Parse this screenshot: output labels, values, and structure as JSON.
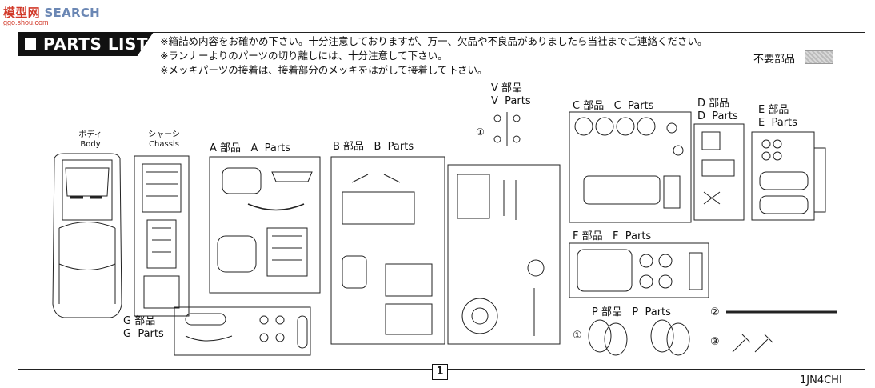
{
  "watermark": {
    "brand_cn": "模型网",
    "brand_en": "SEARCH",
    "url": "ggo.shou.com"
  },
  "header": {
    "title": "PARTS LIST"
  },
  "notes": [
    "※箱詰め内容をお確かめ下さい。十分注意しておりますが、万一、欠品や不良品がありましたら当社までご連絡ください。",
    "※ランナーよりのパーツの切り離しには、十分注意して下さい。",
    "※メッキパーツの接着は、接着部分のメッキをはがして接着して下さい。"
  ],
  "unused_parts": {
    "label": "不要部品",
    "color": "#c8c8c8"
  },
  "body": {
    "jp": "ボディ",
    "en": "Body"
  },
  "chassis": {
    "jp": "シャーシ",
    "en": "Chassis"
  },
  "groups": {
    "A": {
      "jp": "A 部品",
      "en": "A  Parts"
    },
    "B": {
      "jp": "B 部品",
      "en": "B  Parts"
    },
    "V": {
      "jp": "V 部品",
      "en": "V  Parts",
      "marker": "①"
    },
    "C": {
      "jp": "C 部品",
      "en": "C  Parts"
    },
    "D": {
      "jp": "D 部品",
      "en": "D  Parts"
    },
    "E": {
      "jp": "E 部品",
      "en": "E  Parts"
    },
    "F": {
      "jp": "F 部品",
      "en": "F  Parts"
    },
    "G": {
      "jp": "G 部品",
      "en": "G  Parts"
    },
    "P": {
      "jp": "P 部品",
      "en": "P  Parts",
      "marker_tires": "①",
      "marker_axle": "②",
      "marker_screws": "③"
    }
  },
  "footer": {
    "page": "1",
    "code": "1JN4CHI"
  }
}
